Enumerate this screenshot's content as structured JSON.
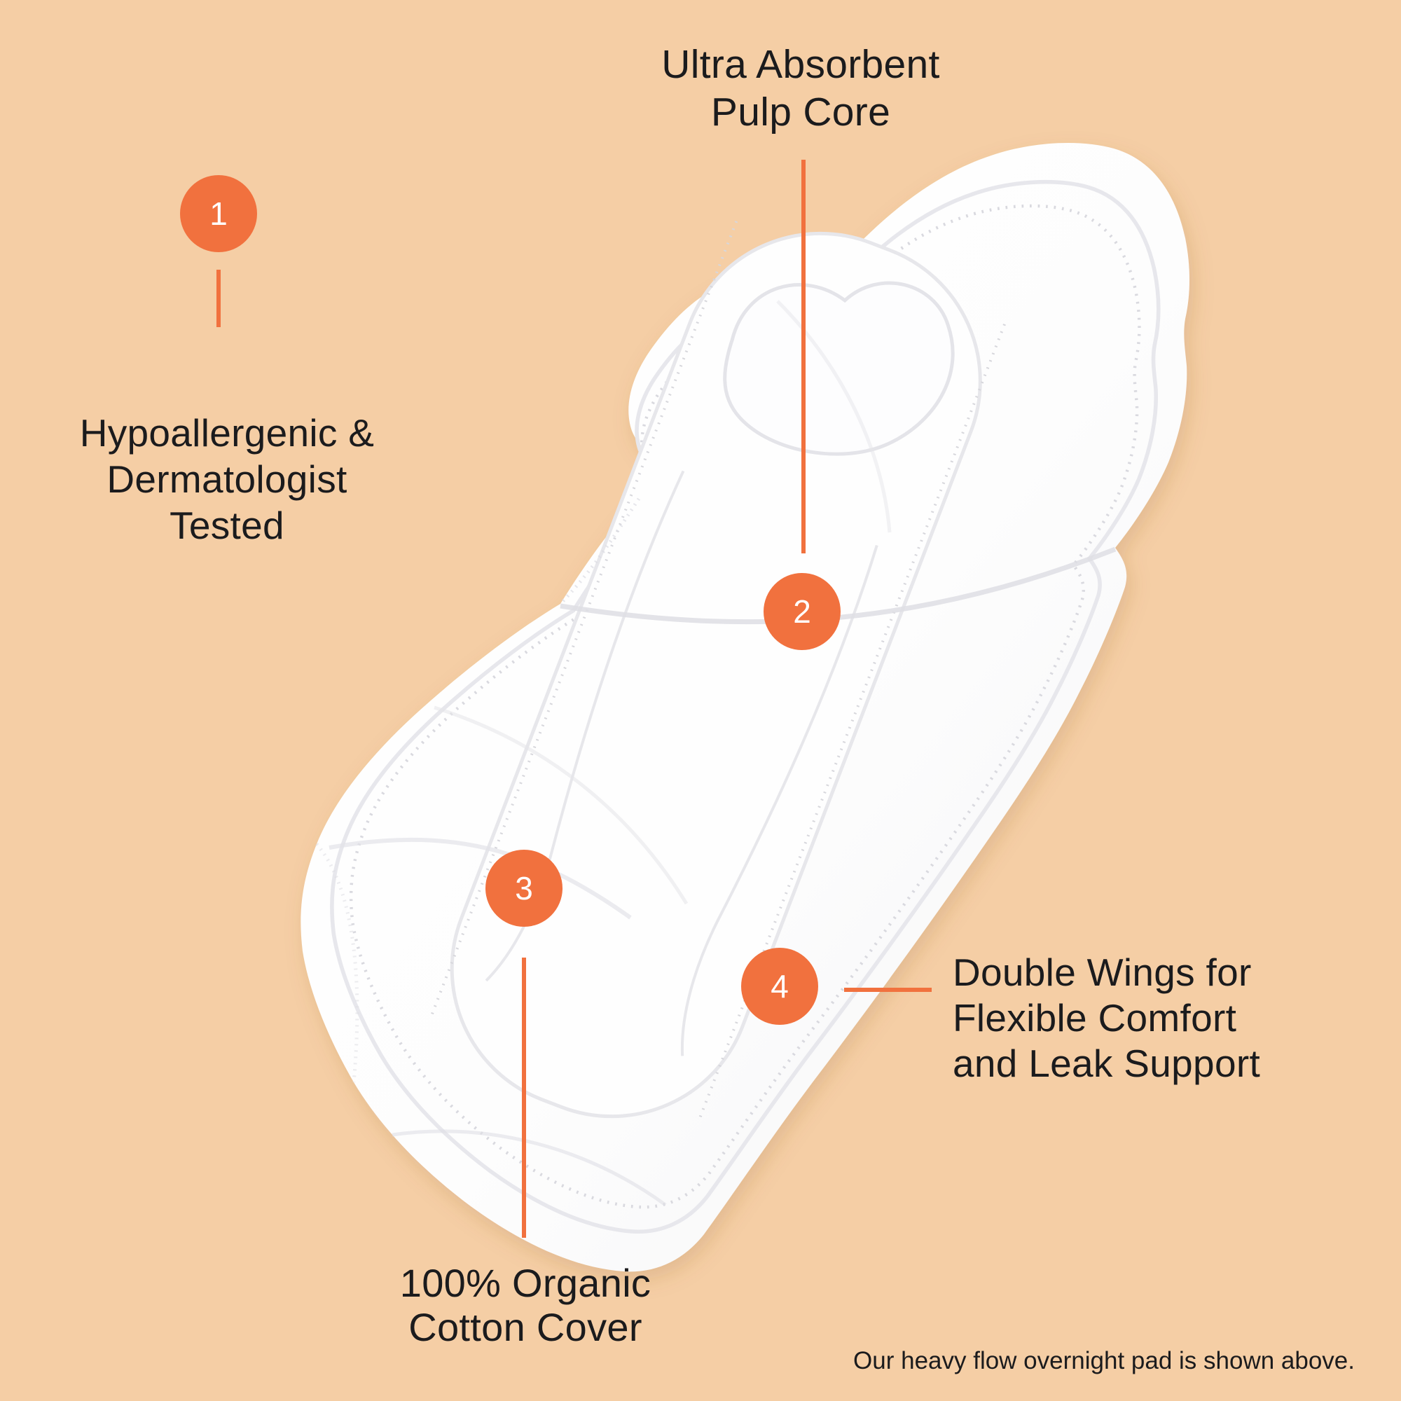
{
  "colors": {
    "background": "#F5CEA5",
    "accent": "#F1713E",
    "text": "#1B1B1D",
    "badge_number": "#FFFFFF",
    "pad": "#FDFDFD"
  },
  "callouts": [
    {
      "number": "1",
      "lines": [
        "Hypoallergenic &",
        "Dermatologist",
        "Tested"
      ]
    },
    {
      "number": "2",
      "lines": [
        "Ultra Absorbent",
        "Pulp Core"
      ]
    },
    {
      "number": "3",
      "lines": [
        "100% Organic",
        "Cotton Cover"
      ]
    },
    {
      "number": "4",
      "lines": [
        "Double Wings for",
        "Flexible Comfort",
        "and Leak Support"
      ]
    }
  ],
  "caption": "Our heavy flow overnight pad is shown above."
}
